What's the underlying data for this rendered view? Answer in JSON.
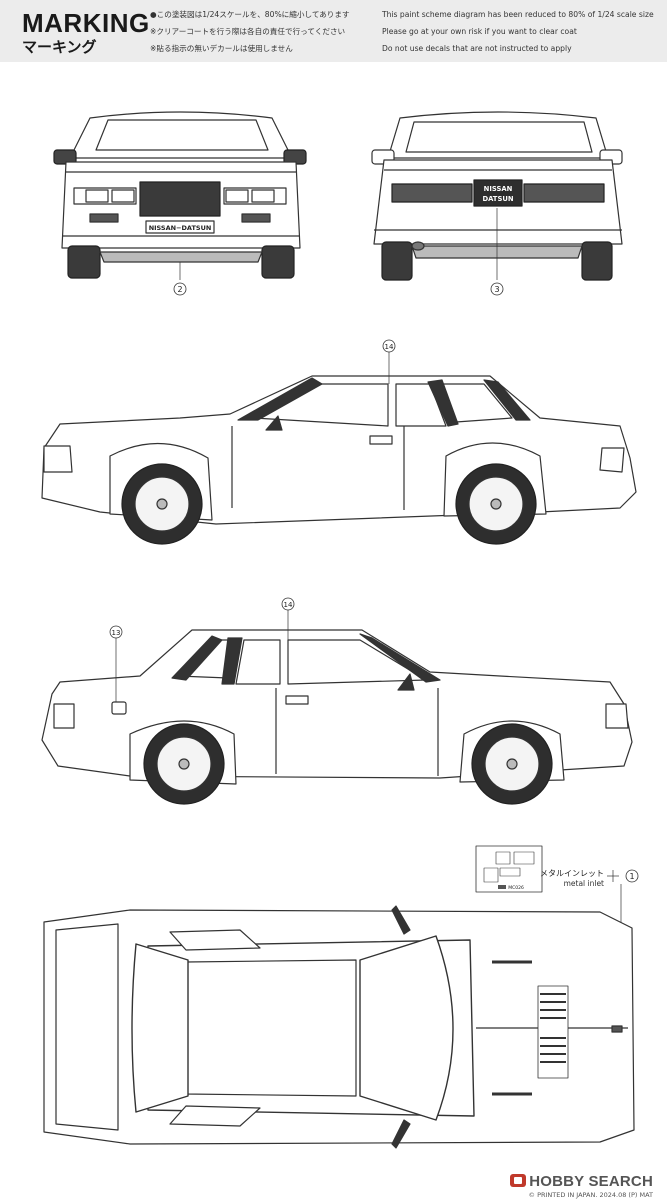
{
  "header": {
    "title": "MARKING",
    "subtitle": "マーキング",
    "notes": [
      {
        "jp": "●この塗装図は1/24スケールを、80%に縮小してあります",
        "en": "This paint scheme diagram has been reduced to 80% of 1/24 scale size"
      },
      {
        "jp": "※クリアーコートを行う際は各自の責任で行ってください",
        "en": "Please go at your own risk if you want to clear coat"
      },
      {
        "jp": "※貼る指示の無いデカールは使用しません",
        "en": "Do not use decals that are not instructed to apply"
      }
    ]
  },
  "callouts": {
    "front": "2",
    "rear": "3",
    "side_right": "14",
    "side_left_door": "14",
    "side_left_fuel": "13",
    "top_inlet": "1"
  },
  "plates": {
    "front": "NISSAN−DATSUN",
    "rear_line1": "NISSAN",
    "rear_line2": "DATSUN"
  },
  "inlet": {
    "label_jp": "メタルインレット",
    "label_en": "metal inlet",
    "part_code": "MC026"
  },
  "footer": {
    "brand": "HOBBY SEARCH",
    "copyright": "© PRINTED IN JAPAN. 2024.08 (P) MAT"
  }
}
